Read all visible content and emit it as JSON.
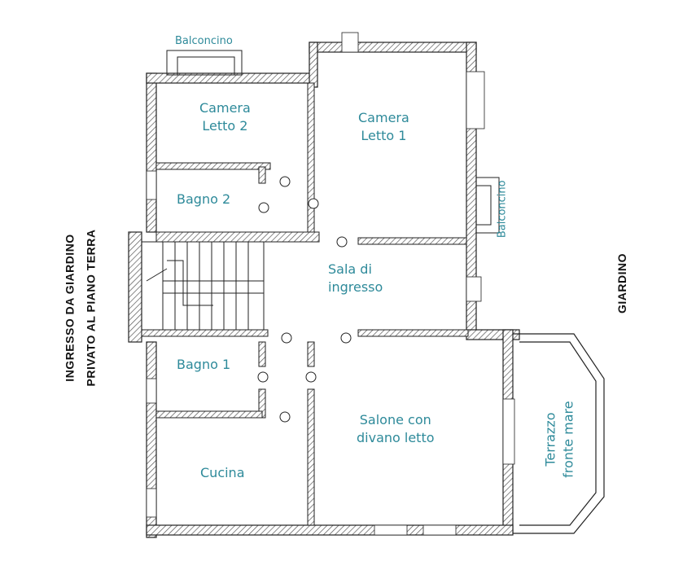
{
  "rooms": {
    "balconcino_top": "Balconcino",
    "camera_letto_2": [
      "Camera",
      "Letto 2"
    ],
    "camera_letto_1": [
      "Camera",
      "Letto 1"
    ],
    "balconcino_right": "Balconcino",
    "bagno_2": "Bagno 2",
    "sala_ingresso": [
      "Sala di",
      "ingresso"
    ],
    "bagno_1": "Bagno 1",
    "salone": [
      "Salone con",
      "divano letto"
    ],
    "cucina": "Cucina",
    "terrazzo": [
      "Terrazzo",
      "fronte mare"
    ]
  },
  "annotations": {
    "ingresso_line1": "INGRESSO DA GIARDINO",
    "ingresso_line2": "PRIVATO AL PIANO TERRA",
    "giardino": "GIARDINO"
  },
  "colors": {
    "label": "#2e8a9a",
    "wall": "#222222",
    "hatch": "#666666"
  }
}
